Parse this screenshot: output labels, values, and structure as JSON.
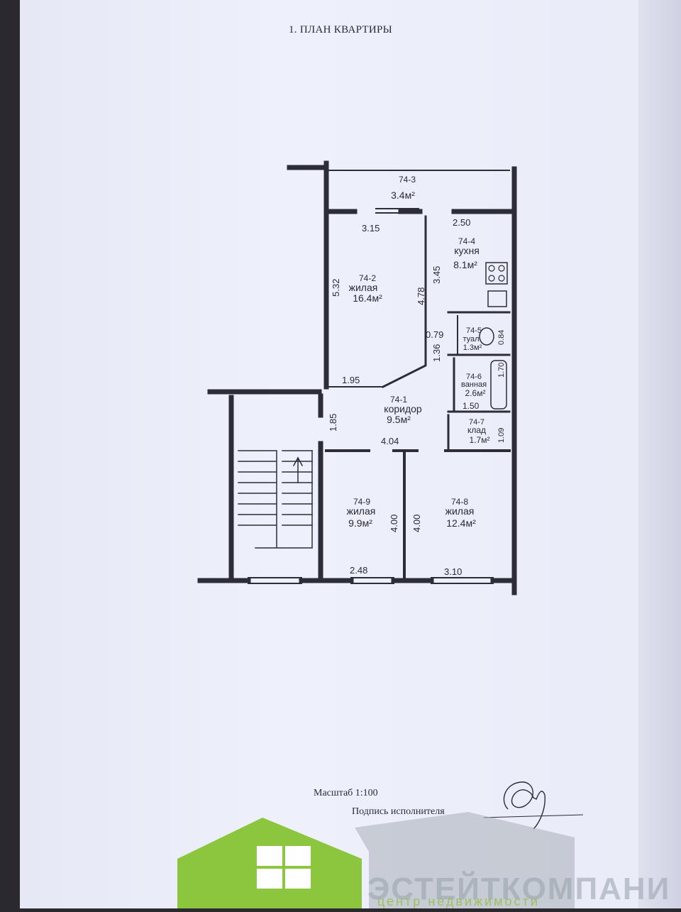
{
  "page": {
    "title": "1. ПЛАН КВАРТИРЫ",
    "scale": "Масштаб 1:100",
    "signature_label": "Подпись исполнителя"
  },
  "rooms": [
    {
      "id": "74-1",
      "name": "коридор",
      "area": "9.5м²"
    },
    {
      "id": "74-2",
      "name": "жилая",
      "area": "16.4м²"
    },
    {
      "id": "74-3",
      "name": "",
      "area": "3.4м²"
    },
    {
      "id": "74-4",
      "name": "кухня",
      "area": "8.1м²"
    },
    {
      "id": "74-5",
      "name": "туал",
      "area": "1.3м²"
    },
    {
      "id": "74-6",
      "name": "ванная",
      "area": "2.6м²"
    },
    {
      "id": "74-7",
      "name": "клад",
      "area": "1.7м²"
    },
    {
      "id": "74-8",
      "name": "жилая",
      "area": "12.4м²"
    },
    {
      "id": "74-9",
      "name": "жилая",
      "area": "9.9м²"
    }
  ],
  "dimensions": [
    "3.15",
    "2.50",
    "5.32",
    "4.78",
    "3.45",
    "0.79",
    "1.36",
    "1.95",
    "1.85",
    "4.04",
    "0.84",
    "1.70",
    "1.50",
    "1.09",
    "4.00",
    "4.00",
    "2.48",
    "3.10"
  ],
  "logo": {
    "text": "ЭСТЕЙТКОМПАНИ",
    "subtext": "центр недвижимости",
    "green": "#8cc63f",
    "grey": "#a7aeb6"
  },
  "colors": {
    "paper": "#eceefa",
    "ink": "#2a2a35",
    "wall": "#2d2d38"
  }
}
